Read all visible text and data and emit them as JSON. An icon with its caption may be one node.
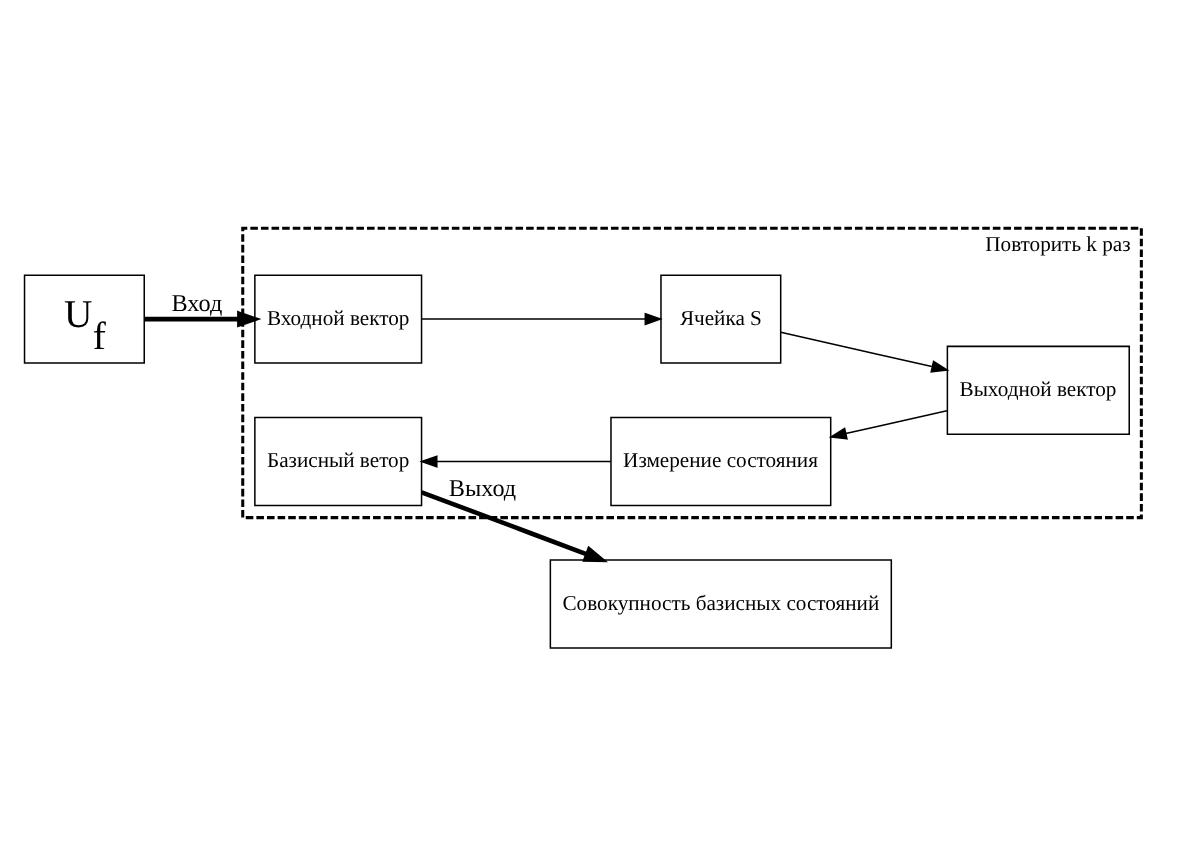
{
  "diagram": {
    "nodes": [
      {
        "text": [
          "Повторить k раз"
        ]
      },
      {
        "text": [
          "U$_{f}$"
        ]
      },
      {
        "text": [
          "Входной вектор"
        ],
        "in": 0
      },
      {
        "text": [
          "Ячейка S"
        ],
        "in": 0
      },
      {
        "text": [
          "Выходной вектор"
        ],
        "in": 0
      },
      {
        "text": [
          "Измерение состояния"
        ],
        "in": 0
      },
      {
        "text": [
          "Базисный ветор"
        ],
        "in": 0
      },
      {
        "text": [
          "Совокупность базисных состояний"
        ]
      }
    ],
    "edges": [
      {
        "from": 1,
        "to": 2,
        "arrow": "to",
        "style": "thick",
        "label": "Вход"
      },
      {
        "from": 2,
        "to": 3,
        "arrow": "to"
      },
      {
        "from": 3,
        "to": 4,
        "arrow": "to"
      },
      {
        "from": 4,
        "to": 5,
        "arrow": "to"
      },
      {
        "from": 5,
        "to": 6,
        "arrow": "to"
      },
      {
        "from": 6,
        "to": 7,
        "arrow": "to",
        "style": "thick",
        "label": "Выход"
      }
    ]
  }
}
